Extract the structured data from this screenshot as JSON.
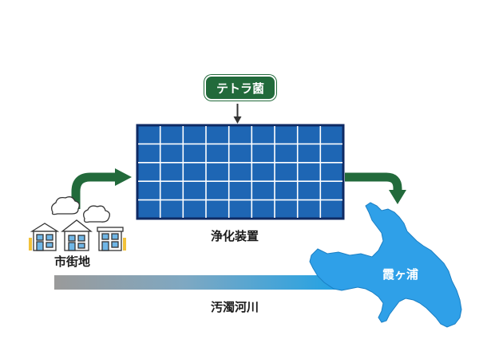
{
  "labels": {
    "bacteria": "テトラ菌",
    "device": "浄化装置",
    "city": "市街地",
    "river": "汚濁河川",
    "lake": "霞ヶ浦"
  },
  "colors": {
    "arrow_green": "#226a3b",
    "panel_blue": "#1e66b4",
    "panel_border": "#0f2a63",
    "lake_blue": "#2fa0e8",
    "river_gray": "#9a9a9a",
    "river_blue": "#21a2e5"
  },
  "icons": [
    "arrow-icon",
    "cloud-icon",
    "house-icon"
  ]
}
